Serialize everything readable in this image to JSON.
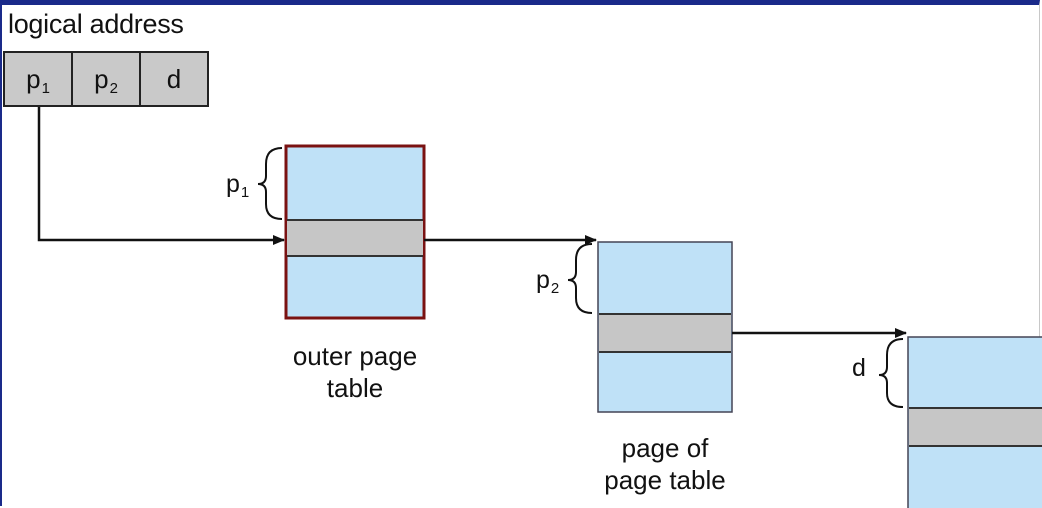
{
  "title": "logical address",
  "address_fields": [
    {
      "base": "p",
      "sub": "1"
    },
    {
      "base": "p",
      "sub": "2"
    },
    {
      "base": "d",
      "sub": ""
    }
  ],
  "labels": {
    "p1": {
      "base": "p",
      "sub": "1"
    },
    "p2": {
      "base": "p",
      "sub": "2"
    },
    "d": "d"
  },
  "captions": {
    "outer_line1": "outer page",
    "outer_line2": "table",
    "inner_line1": "page of",
    "inner_line2": "page table"
  },
  "colors": {
    "table_fill": "#bfe1f7",
    "entry_fill": "#c6c6c6",
    "outer_border": "#7a1212",
    "line": "#111111"
  }
}
